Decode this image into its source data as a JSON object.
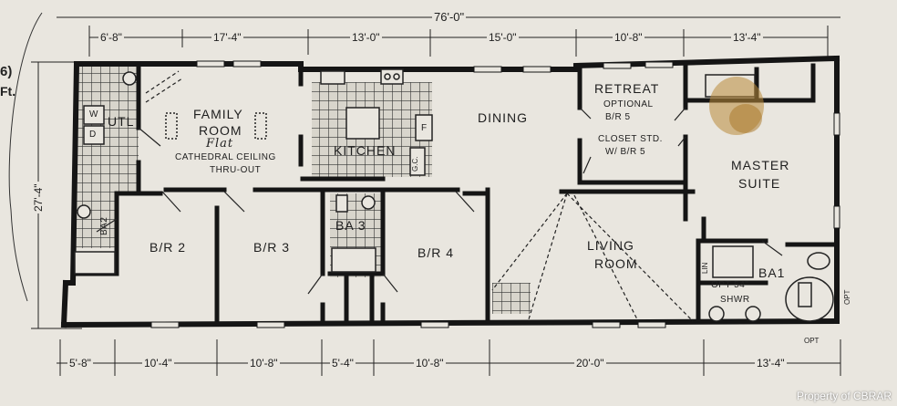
{
  "overall_dims": {
    "width": "76'-0\"",
    "depth": "27'-4\""
  },
  "top_dims": [
    "6'-8\"",
    "17'-4\"",
    "13'-0\"",
    "15'-0\"",
    "10'-8\"",
    "13'-4\""
  ],
  "bottom_dims": [
    "5'-8\"",
    "10'-4\"",
    "10'-8\"",
    "5'-4\"",
    "10'-8\"",
    "20'-0\"",
    "13'-4\""
  ],
  "rooms": {
    "utility": "UTL",
    "family_room": [
      "FAMILY",
      "ROOM"
    ],
    "family_flat": "Flat",
    "family_ceiling": [
      "CATHEDRAL CEILING",
      "THRU-OUT"
    ],
    "kitchen": "KITCHEN",
    "dining": "DINING",
    "retreat": "RETREAT",
    "retreat_optional": [
      "OPTIONAL",
      "B/R 5"
    ],
    "retreat_closet": [
      "CLOSET STD.",
      "W/ B/R 5"
    ],
    "master_suite": [
      "MASTER",
      "SUITE"
    ],
    "bedroom_2": "B/R 2",
    "bedroom_3": "B/R 3",
    "bedroom_4": "B/R 4",
    "bath_2": "BA2",
    "bath_3": "BA 3",
    "living_room": [
      "LIVING",
      "ROOM"
    ],
    "bath_1": "BA1",
    "bath_1_opt": [
      "OPT 54\"",
      "SHWR"
    ],
    "fixture_w": "W",
    "fixture_d": "D",
    "fixture_f": "F",
    "fixture_gc": "G.C.",
    "fixture_lin": "LIN",
    "opt_tag": "OPT"
  },
  "edge_text": {
    "left_top": "6)",
    "left_mid": "Ft."
  },
  "watermark": "Property of CBRAR"
}
